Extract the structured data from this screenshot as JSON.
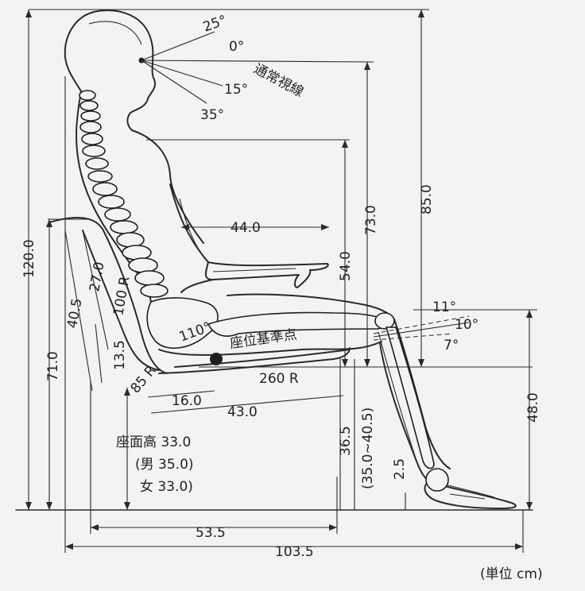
{
  "angles": {
    "head_up": "25°",
    "level": "0°",
    "down15": "15°",
    "down35": "35°",
    "knee": "110°",
    "leg11": "11°",
    "leg10": "10°",
    "leg7": "7°"
  },
  "labels": {
    "sight_line": "通常視線",
    "seat_ref": "座位基準点",
    "seat_height_title": "座面高 33.0",
    "seat_height_male": "(男 35.0)",
    "seat_height_female": "女 33.0)",
    "unit": "(単位 cm)"
  },
  "dims": {
    "d120": "120.0",
    "d85": "85.0",
    "d73": "73.0",
    "d54": "54.0",
    "d44": "44.0",
    "d27": "27.0",
    "d40_5": "40.5",
    "d100R": "100 R",
    "d13_5": "13.5",
    "d71": "71.0",
    "d85R": "85 R",
    "d16": "16.0",
    "d43": "43.0",
    "d260R": "260 R",
    "d48": "48.0",
    "d36_5": "36.5",
    "d35_40": "(35.0~40.5)",
    "d2_5": "2.5",
    "d53_5": "53.5",
    "d103_5": "103.5"
  }
}
